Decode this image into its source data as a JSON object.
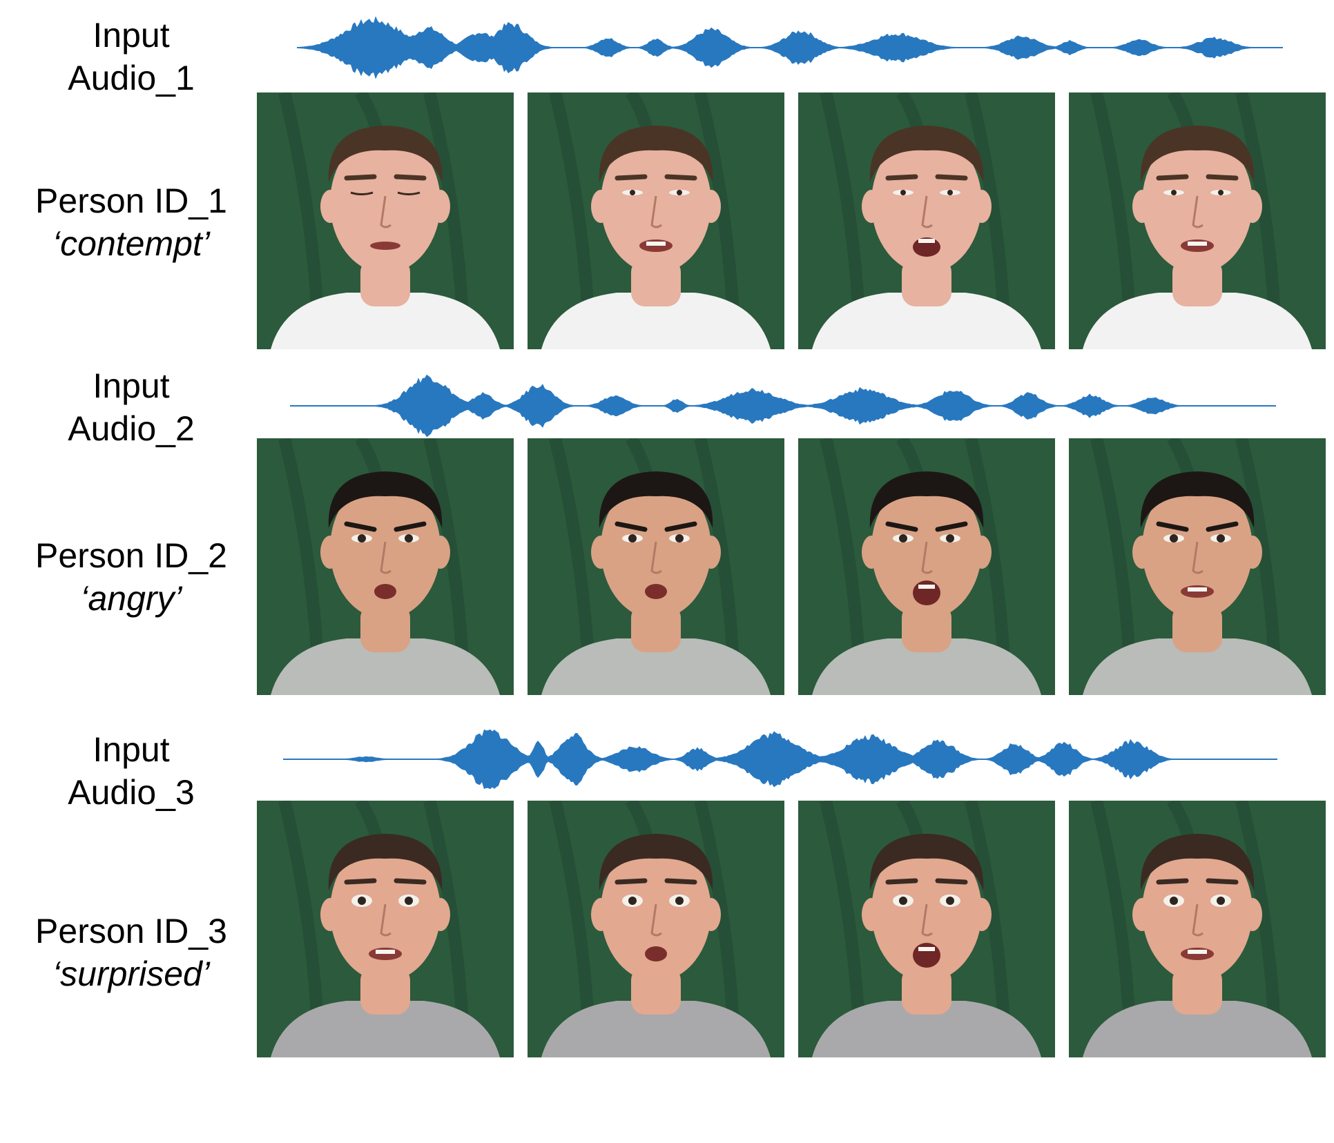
{
  "rows": [
    {
      "audio_label_line1": "Input",
      "audio_label_line2": "Audio_1",
      "person_label": "Person ID_1",
      "emotion": "‘contempt’",
      "wave_color": "#2878c0",
      "skin": "#e7b29f",
      "hair": "#4a3426",
      "shirt": "#f2f2f2",
      "frames": [
        {
          "eyes": "closed",
          "mouth": "slight"
        },
        {
          "eyes": "squint",
          "mouth": "teeth"
        },
        {
          "eyes": "squint",
          "mouth": "open"
        },
        {
          "eyes": "squint",
          "mouth": "teeth"
        }
      ]
    },
    {
      "audio_label_line1": "Input",
      "audio_label_line2": "Audio_2",
      "person_label": "Person ID_2",
      "emotion": "‘angry’",
      "wave_color": "#2878c0",
      "skin": "#d9a285",
      "hair": "#1c1715",
      "shirt": "#b9bcb8",
      "frames": [
        {
          "eyes": "frown",
          "mouth": "round"
        },
        {
          "eyes": "frown",
          "mouth": "round"
        },
        {
          "eyes": "frown",
          "mouth": "wide"
        },
        {
          "eyes": "frown",
          "mouth": "teeth"
        }
      ]
    },
    {
      "audio_label_line1": "Input",
      "audio_label_line2": "Audio_3",
      "person_label": "Person ID_3",
      "emotion": "‘surprised’",
      "wave_color": "#2878c0",
      "skin": "#e2a890",
      "hair": "#3a2a22",
      "shirt": "#a9a9ab",
      "frames": [
        {
          "eyes": "wide",
          "mouth": "teeth"
        },
        {
          "eyes": "wide",
          "mouth": "round"
        },
        {
          "eyes": "wide",
          "mouth": "wide"
        },
        {
          "eyes": "wide",
          "mouth": "teeth"
        }
      ]
    }
  ],
  "backdrop_color": "#2c5a3c"
}
